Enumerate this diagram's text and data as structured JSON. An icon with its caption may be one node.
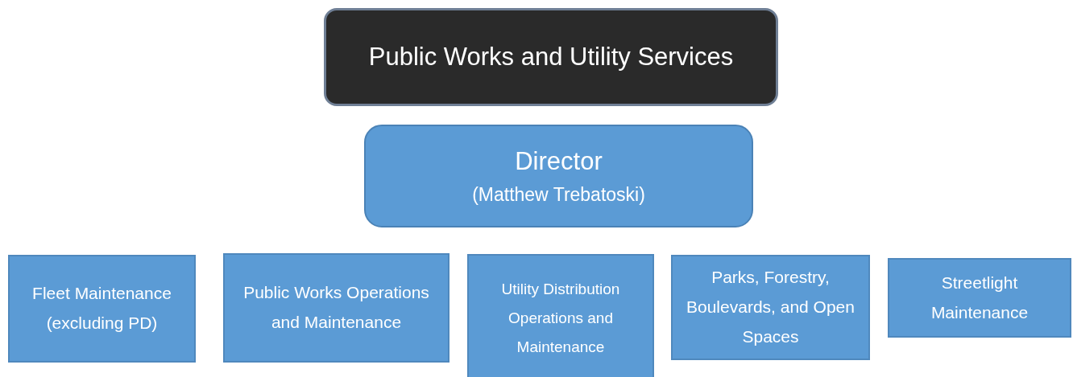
{
  "diagram": {
    "nodes": [
      {
        "text": [
          "Public Works and Utility Services"
        ]
      },
      {
        "text": [
          "Director",
          "(Matthew Trebatoski)"
        ]
      },
      {
        "text": [
          "Fleet Maintenance (excluding PD)"
        ]
      },
      {
        "text": [
          "Public Works Operations and Maintenance"
        ]
      },
      {
        "text": [
          "Utility Distribution Operations and Maintenance"
        ]
      },
      {
        "text": [
          "Parks, Forestry, Boulevards, and Open Spaces"
        ]
      },
      {
        "text": [
          "Streetlight Maintenance"
        ]
      }
    ]
  }
}
